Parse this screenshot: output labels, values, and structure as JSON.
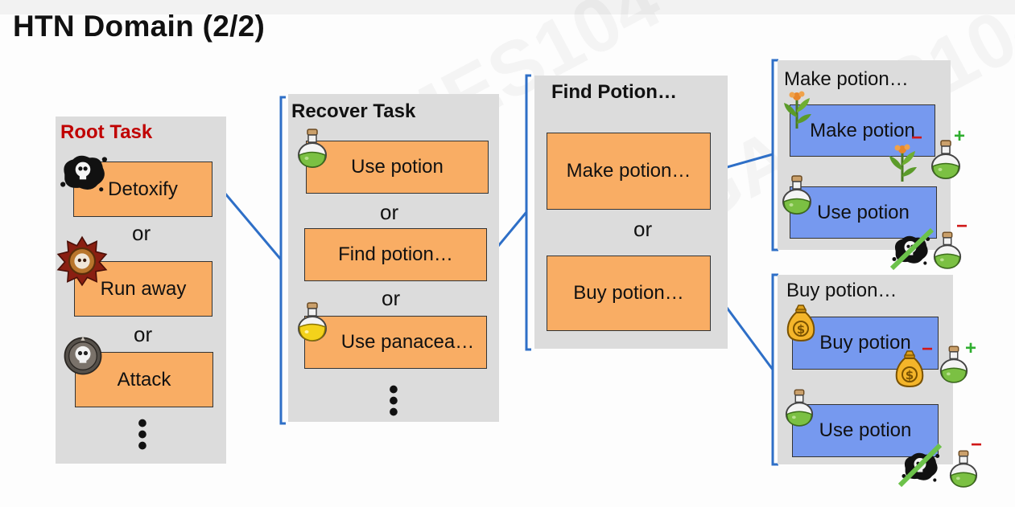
{
  "slide": {
    "title": "HTN Domain (2/2)"
  },
  "root": {
    "title": "Root Task",
    "items": [
      "Detoxify",
      "Run away",
      "Attack"
    ],
    "or": "or",
    "more": "⋮"
  },
  "recover": {
    "title": "Recover Task",
    "items": [
      "Use potion",
      "Find potion…",
      "Use panacea…"
    ],
    "or": "or",
    "more": "⋮"
  },
  "find": {
    "title": "Find Potion…",
    "items": [
      "Make potion…",
      "Buy potion…"
    ],
    "or": "or"
  },
  "make": {
    "title": "Make potion…",
    "steps": [
      "Make potion",
      "Use potion"
    ]
  },
  "buy": {
    "title": "Buy potion…",
    "steps": [
      "Buy potion",
      "Use potion"
    ]
  },
  "signs": {
    "plus": "+",
    "minus": "−"
  },
  "icons": {
    "poison": "poison-skull-icon",
    "flee": "flee-emblem-icon",
    "attack": "skull-emblem-icon",
    "potion": "green-potion-icon",
    "panacea": "yellow-potion-icon",
    "herb": "herb-icon",
    "money": "money-bag-icon"
  },
  "colors": {
    "panel": "#dcdcdc",
    "orange_task": "#f9ad64",
    "blue_step": "#7699ef",
    "connector": "#2e6fc7",
    "root_title": "#c00000",
    "plus": "#2fae2f",
    "minus": "#d01818"
  }
}
